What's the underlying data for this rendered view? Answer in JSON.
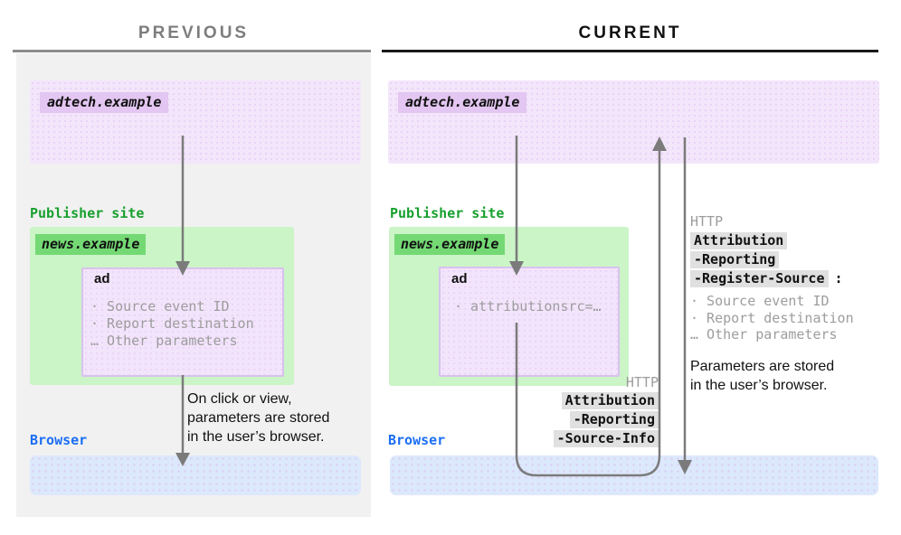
{
  "previous": {
    "title": "PREVIOUS",
    "adtech_label": "adtech.example",
    "publisher_label": "Publisher site",
    "news_label": "news.example",
    "ad_title": "ad",
    "ad_items": "· Source event ID\n· Report destination\n… Other parameters",
    "note": "On click or view,\nparameters are stored\nin the user’s browser.",
    "browser_label": "Browser"
  },
  "current": {
    "title": "CURRENT",
    "adtech_label": "adtech.example",
    "publisher_label": "Publisher site",
    "news_label": "news.example",
    "ad_title": "ad",
    "ad_items": "· attributionsrc=…",
    "response_http": {
      "protocol": "HTTP",
      "header_lines": [
        "Attribution",
        "-Reporting",
        "-Register-Source"
      ],
      "suffix": ":",
      "items": "· Source event ID\n· Report destination\n… Other parameters"
    },
    "request_http": {
      "protocol": "HTTP",
      "header_lines": [
        "Attribution",
        "-Reporting",
        "-Source-Info"
      ]
    },
    "note": "Parameters are stored\nin the user’s browser.",
    "browser_label": "Browser"
  },
  "colors": {
    "adtech_box": "#f3e6fb",
    "adtech_highlight": "#e3c6f1",
    "publisher_green": "#17a02e",
    "news_box": "#cbf4c7",
    "news_highlight": "#74d974",
    "browser_blue": "#1b6ef3",
    "browser_box": "#dce8fc",
    "header_highlight": "#e0e0e0",
    "muted_gray": "#9d9d9d",
    "arrow_gray": "#7b7b7b",
    "left_panel": "#f1f1f1"
  }
}
